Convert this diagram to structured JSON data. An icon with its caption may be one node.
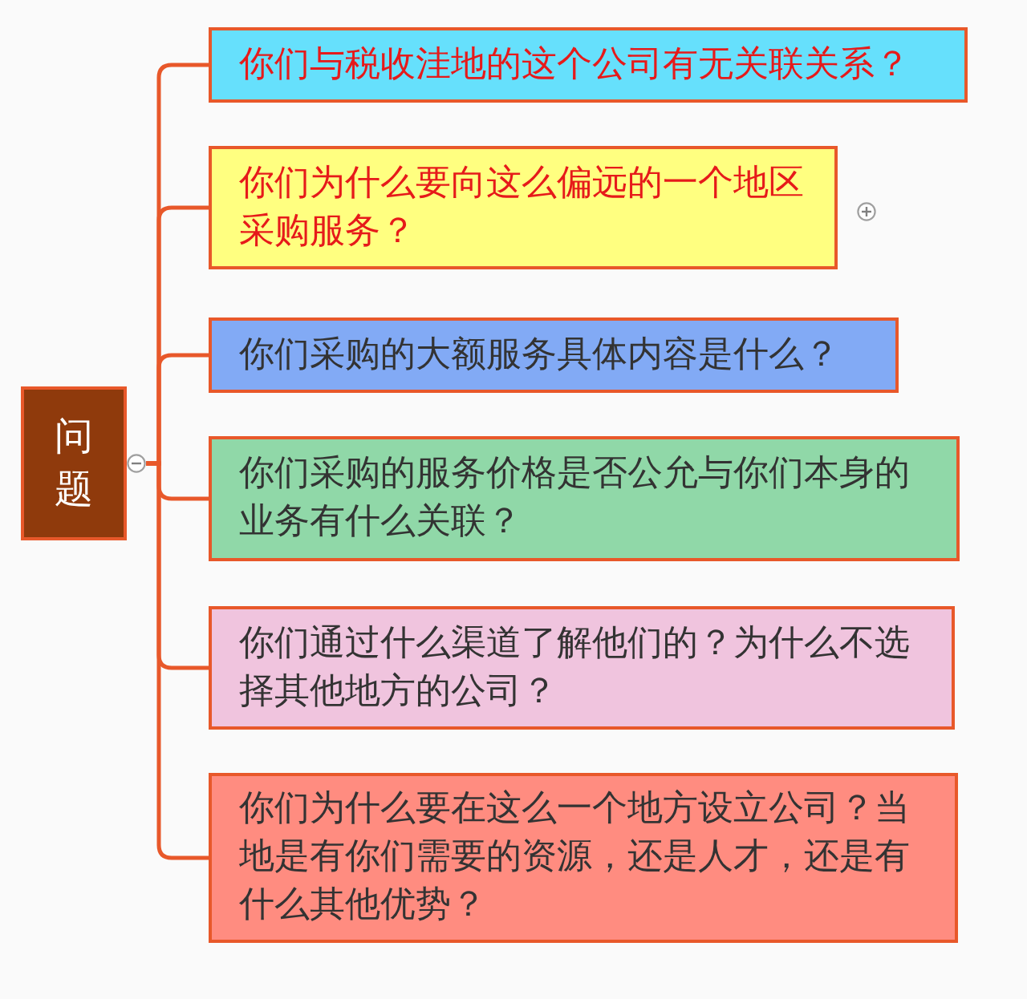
{
  "diagram": {
    "nodes": [
      {
        "text": [
          "问题"
        ]
      },
      {
        "text": [
          "你们与税收洼地的这个公司有无关联关系？"
        ]
      },
      {
        "text": [
          "你们为什么要向这么偏远的一个地区采购服务？"
        ]
      },
      {
        "text": [
          "你们采购的大额服务具体内容是什么？"
        ]
      },
      {
        "text": [
          "你们采购的服务价格是否公允与你们本身的业务有什么关联？"
        ]
      },
      {
        "text": [
          "你们通过什么渠道了解他们的？为什么不选择其他地方的公司？"
        ]
      },
      {
        "text": [
          "你们为什么要在这么一个地方设立公司？当地是有你们需要的资源，还是人才，还是有什么其他优势？"
        ]
      }
    ],
    "edges": [
      {
        "from": 0,
        "to": 1,
        "arrow": "none"
      },
      {
        "from": 0,
        "to": 2,
        "arrow": "none"
      },
      {
        "from": 0,
        "to": 3,
        "arrow": "none"
      },
      {
        "from": 0,
        "to": 4,
        "arrow": "none"
      },
      {
        "from": 0,
        "to": 5,
        "arrow": "none"
      },
      {
        "from": 0,
        "to": 6,
        "arrow": "none"
      }
    ]
  }
}
